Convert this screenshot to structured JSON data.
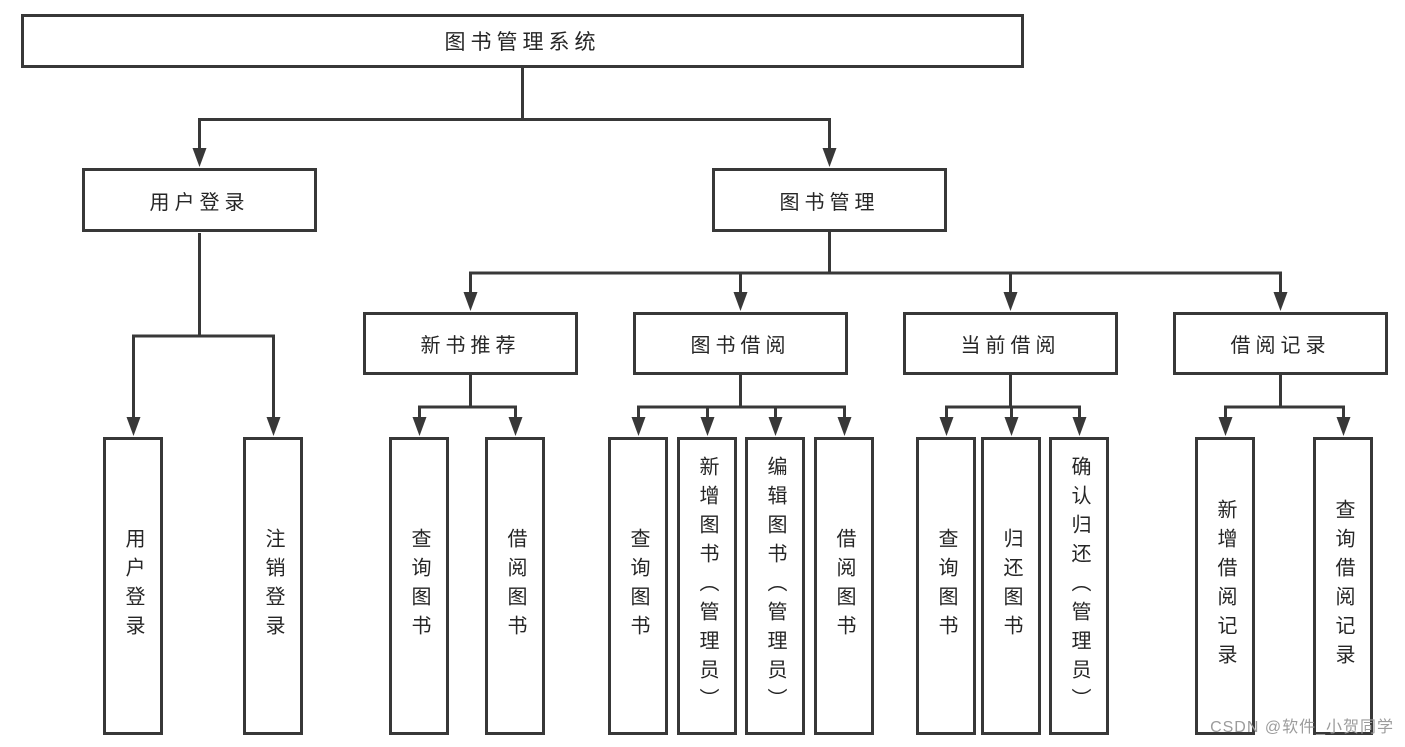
{
  "tree": {
    "label": "图书管理系统",
    "children": [
      {
        "label": "用户登录",
        "children": [
          {
            "label": "用户登录"
          },
          {
            "label": "注销登录"
          }
        ]
      },
      {
        "label": "图书管理",
        "children": [
          {
            "label": "新书推荐",
            "children": [
              {
                "label": "查询图书"
              },
              {
                "label": "借阅图书"
              }
            ]
          },
          {
            "label": "图书借阅",
            "children": [
              {
                "label": "查询图书"
              },
              {
                "label": "新增图书（管理员）"
              },
              {
                "label": "编辑图书（管理员）"
              },
              {
                "label": "借阅图书"
              }
            ]
          },
          {
            "label": "当前借阅",
            "children": [
              {
                "label": "查询图书"
              },
              {
                "label": "归还图书"
              },
              {
                "label": "确认归还（管理员）"
              }
            ]
          },
          {
            "label": "借阅记录",
            "children": [
              {
                "label": "新增借阅记录"
              },
              {
                "label": "查询借阅记录"
              }
            ]
          }
        ]
      }
    ]
  },
  "watermark": "CSDN @软件_小贺同学",
  "colors": {
    "line": "#383838",
    "text": "#262626",
    "background": "#ffffff",
    "watermark": "#9c9c9c"
  }
}
